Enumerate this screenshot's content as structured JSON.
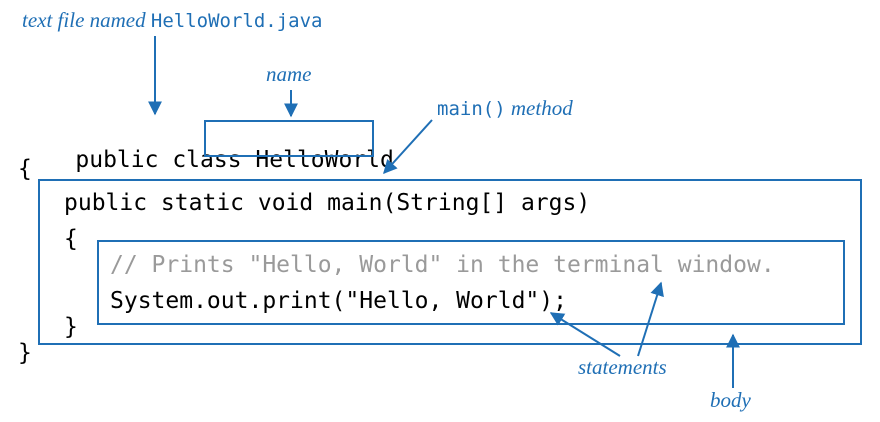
{
  "annotations": {
    "file_prefix": "text file named ",
    "file_name": "HelloWorld.java",
    "name": "name",
    "main_method_code": "main()",
    "main_method_suffix": " method",
    "statements": "statements",
    "body": "body"
  },
  "code": {
    "class_decl": "public class ",
    "class_name": "HelloWorld",
    "open_brace_class": "{",
    "method_signature": "public static void main(String[] args)",
    "open_brace_method": "{",
    "comment": "// Prints \"Hello, World\" in the terminal window.",
    "print_statement": "System.out.print(\"Hello, World\");",
    "close_brace_method": "}",
    "close_brace_class": "}"
  },
  "colors": {
    "annotation": "#1f6fb5",
    "comment": "#9a9a9a",
    "code": "#000000"
  }
}
